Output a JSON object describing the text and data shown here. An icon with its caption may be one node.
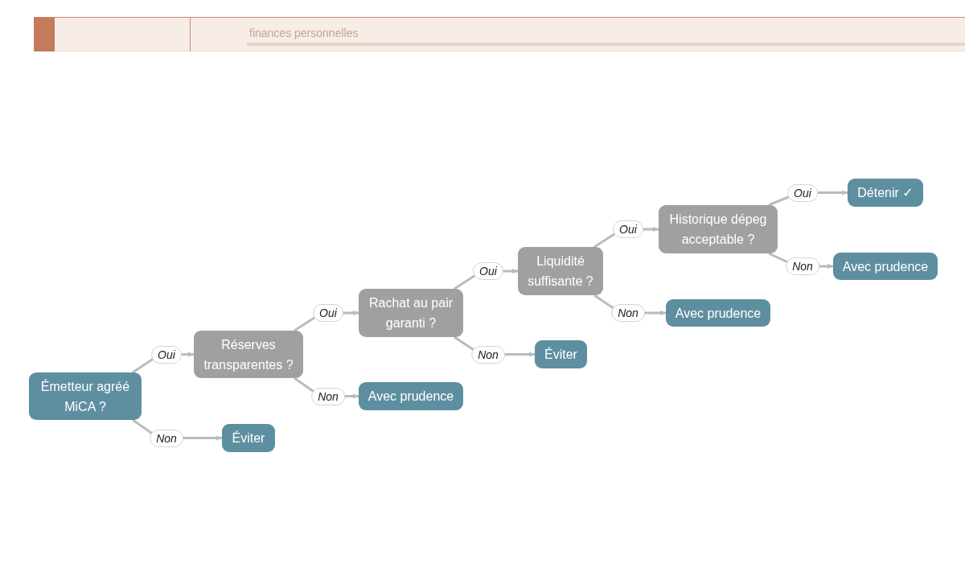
{
  "diagram": {
    "nodes": [
      {
        "text": [
          "Émetteur agréé MiCA ?"
        ]
      },
      {
        "text": [
          "Réserves transparentes ?"
        ]
      },
      {
        "text": [
          "Éviter"
        ]
      },
      {
        "text": [
          "Rachat au pair garanti ?"
        ]
      },
      {
        "text": [
          "Avec prudence"
        ]
      },
      {
        "text": [
          "Liquidité suffisante ?"
        ]
      },
      {
        "text": [
          "Éviter"
        ]
      },
      {
        "text": [
          "Historique dépeg acceptable ?"
        ]
      },
      {
        "text": [
          "Avec prudence"
        ]
      },
      {
        "text": [
          "Détenir ✓"
        ]
      },
      {
        "text": [
          "Avec prudence"
        ]
      }
    ],
    "edges": [
      {
        "from": 0,
        "to": 1,
        "arrow": "to",
        "label": "Oui"
      },
      {
        "from": 0,
        "to": 2,
        "arrow": "to",
        "label": "Non"
      },
      {
        "from": 1,
        "to": 3,
        "arrow": "to",
        "label": "Oui"
      },
      {
        "from": 1,
        "to": 4,
        "arrow": "to",
        "label": "Non"
      },
      {
        "from": 3,
        "to": 5,
        "arrow": "to",
        "label": "Oui"
      },
      {
        "from": 3,
        "to": 6,
        "arrow": "to",
        "label": "Non"
      },
      {
        "from": 5,
        "to": 7,
        "arrow": "to",
        "label": "Oui"
      },
      {
        "from": 5,
        "to": 8,
        "arrow": "to",
        "label": "Non"
      },
      {
        "from": 7,
        "to": 9,
        "arrow": "to",
        "label": "Oui"
      },
      {
        "from": 7,
        "to": 10,
        "arrow": "to",
        "label": "Non"
      }
    ],
    "labels": [
      "finances personnelles"
    ]
  }
}
